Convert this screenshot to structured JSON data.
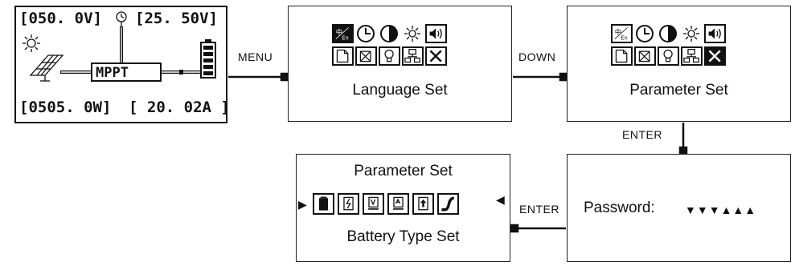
{
  "main_screen": {
    "pv_voltage": "[050. 0V]",
    "battery_voltage": "[25. 50V]",
    "mppt_label": "MPPT",
    "pv_power": "[0505. 0W]",
    "charge_current": "[ 20. 02A ]"
  },
  "language_screen": {
    "title": "Language Set",
    "icons": [
      "language-icon",
      "clock-icon",
      "half-moon-icon",
      "sun-icon",
      "speaker-icon",
      "document-icon",
      "crossed-box-icon",
      "bulb-icon",
      "network-icon",
      "tools-icon"
    ],
    "selected_icon": "language-icon"
  },
  "parameter_screen": {
    "title": "Parameter Set",
    "icons": [
      "language-icon",
      "clock-icon",
      "half-moon-icon",
      "sun-icon",
      "speaker-icon",
      "document-icon",
      "crossed-box-icon",
      "bulb-icon",
      "network-icon",
      "tools-icon"
    ],
    "selected_icon": "tools-icon"
  },
  "battery_screen": {
    "title": "Parameter Set",
    "subtitle": "Battery Type Set",
    "icons": [
      "battery-icon",
      "lightning-icon",
      "voltage-low-icon",
      "lock-voltage-icon",
      "boost-icon",
      "curve-icon"
    ],
    "selected_icon": "battery-icon"
  },
  "password_screen": {
    "label": "Password:",
    "marks": "▼▼▼▲▲▲"
  },
  "arrows": {
    "menu": "MENU",
    "down": "DOWN",
    "enter_down": "ENTER",
    "enter_left": "ENTER"
  }
}
